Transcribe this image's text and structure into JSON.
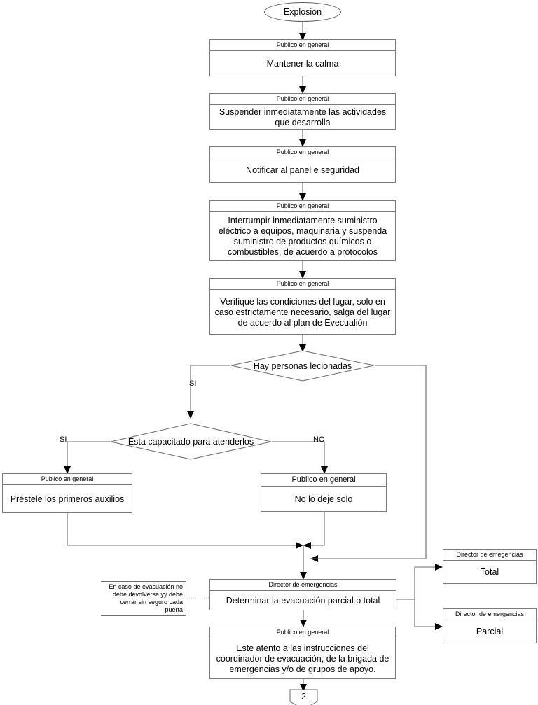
{
  "diagram": {
    "title": "Explosion emergency response flowchart",
    "start": {
      "label": "Explosion",
      "shape": "oval"
    },
    "steps": [
      {
        "id": "calma",
        "role": "Publico en general",
        "text": "Mantener la calma"
      },
      {
        "id": "suspender",
        "role": "Publico en general",
        "text": "Suspender inmediatamente las actividades que desarrolla"
      },
      {
        "id": "notificar",
        "role": "Publico en general",
        "text": "Notificar al panel e seguridad"
      },
      {
        "id": "interrumpir",
        "role": "Publico en general",
        "text": "Interrumpir inmediatamente suministro eléctrico a equipos, maquinaria y suspenda suministro de productos químicos o combustibles, de acuerdo a protocolos"
      },
      {
        "id": "verifique",
        "role": "Publico en general",
        "text": "Verifique las condiciones del lugar, solo en caso estrictamente necesario, salga del lugar de acuerdo al plan de Evecualión"
      },
      {
        "id": "auxilios",
        "role": "Publico en general",
        "text": "Préstele los primeros auxilios"
      },
      {
        "id": "nolodeje",
        "role": "Publico en general",
        "text": "No lo deje solo"
      },
      {
        "id": "determinar",
        "role": "Director de emergencias",
        "text": "Determinar la evacuación parcial o total"
      },
      {
        "id": "total",
        "role": "Director de emegencias",
        "text": "Total"
      },
      {
        "id": "parcial",
        "role": "Director de emergencias",
        "text": "Parcial"
      },
      {
        "id": "atento",
        "role": "Publico en general",
        "text": "Este atento a las instrucciones del coordinador de evacuación, de la brigada de emergencias y/o de grupos de apoyo."
      }
    ],
    "decisions": [
      {
        "id": "lecionadas",
        "text": "Hay personas lecionadas",
        "yes": "SI",
        "no": ""
      },
      {
        "id": "capacitado",
        "text": "Esta capacitado para atenderlos",
        "yes": "SI",
        "no": "NO"
      }
    ],
    "edge_labels": {
      "lecionadas_si": "SI",
      "capacitado_si": "SI",
      "capacitado_no": "NO"
    },
    "note": "En caso de evacuación no debe devolverse yy debe cerrar sin seguro cada puerta",
    "end": {
      "label": "2",
      "shape": "pentagon"
    },
    "colors": {
      "background": "#ffffff",
      "line": "#6a6a6a",
      "border": "#7a7a7a",
      "text": "#000000",
      "arrow": "#000000",
      "note_connector": "#b9b9b9"
    }
  }
}
